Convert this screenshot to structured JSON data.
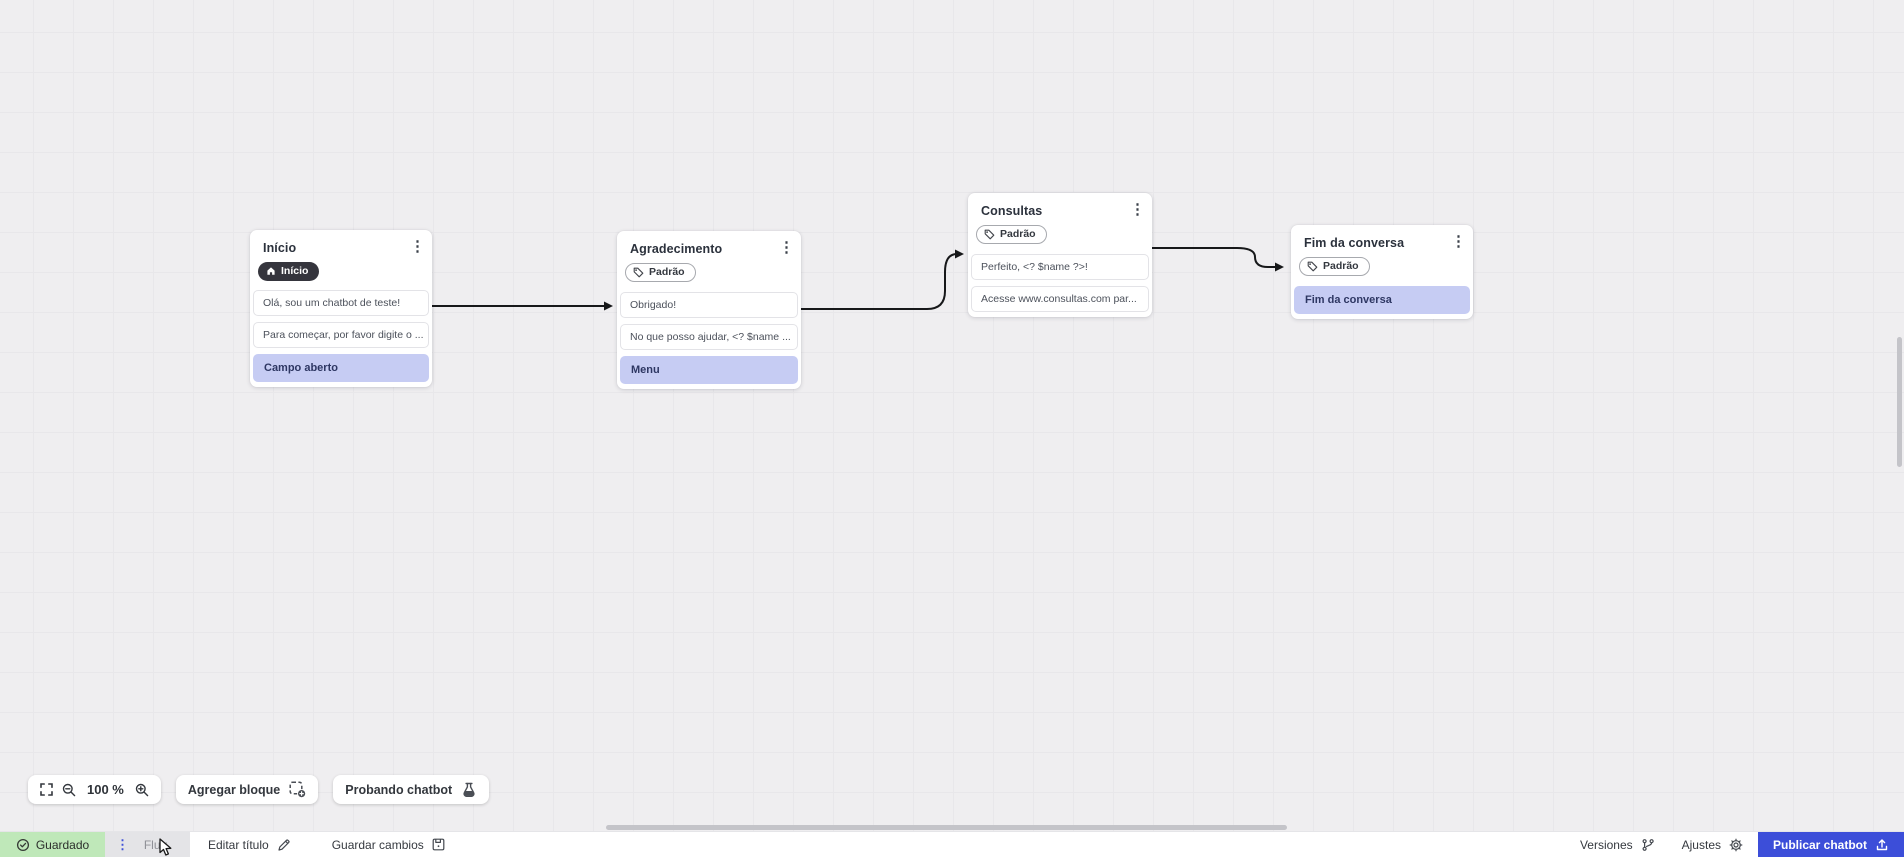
{
  "icons": {
    "kebab": "⋮",
    "drag_handle": "⋮"
  },
  "flow": {
    "nodes": [
      {
        "title": "Início",
        "badge": "Início",
        "messages": [
          "Olá, sou um chatbot de teste!",
          "Para começar, por favor digite o ...",
          "Campo aberto"
        ]
      },
      {
        "title": "Agradecimento",
        "badge": "Padrão",
        "messages": [
          "Obrigado!",
          "No que posso ajudar, <? $name ...",
          "Menu"
        ]
      },
      {
        "title": "Consultas",
        "badge": "Padrão",
        "messages": [
          "Perfeito, <? $name ?>!",
          "Acesse www.consultas.com par..."
        ]
      },
      {
        "title": "Fim da conversa",
        "badge": "Padrão",
        "messages": [
          "Fim da conversa"
        ]
      }
    ]
  },
  "toolbar": {
    "zoom_level": "100 %",
    "add_block": "Agregar bloque",
    "test_chatbot": "Probando chatbot"
  },
  "statusbar": {
    "saved": "Guardado",
    "tab": "Fluir",
    "edit_title": "Editar título",
    "save_changes": "Guardar cambios",
    "versions": "Versiones",
    "settings": "Ajustes",
    "publish": "Publicar chatbot"
  },
  "colors": {
    "accent_blue": "#3c4ed9",
    "highlight_lavender": "#c6ccf3",
    "saved_green": "#bfe8b9",
    "edge_black": "#17181a"
  }
}
